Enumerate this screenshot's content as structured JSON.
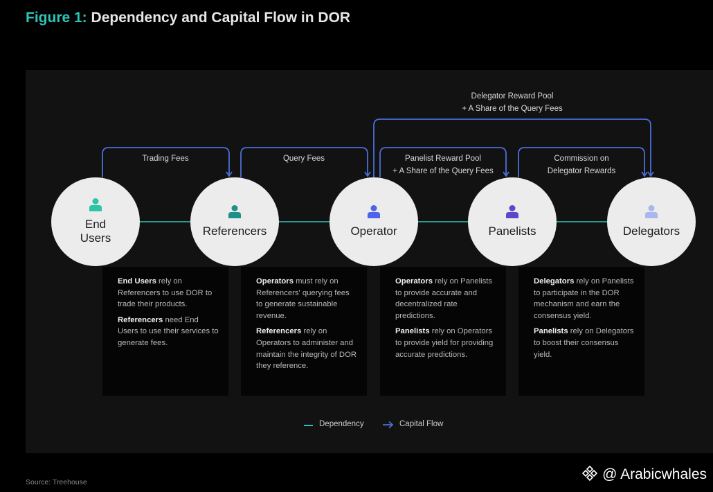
{
  "figure": {
    "title_prefix": "Figure 1:",
    "title_rest": " Dependency and Capital Flow in DOR"
  },
  "flows": {
    "trading_fees": "Trading Fees",
    "query_fees": "Query Fees",
    "panelist_pool_line1": "Panelist Reward Pool",
    "panelist_pool_line2": "+ A Share of the Query Fees",
    "commission_line1": "Commission on",
    "commission_line2": "Delegator Rewards",
    "delegator_pool_line1": "Delegator Reward Pool",
    "delegator_pool_line2": "+ A Share of the Query Fees"
  },
  "nodes": [
    {
      "line1": "End",
      "line2": "Users",
      "icon_color": "#2ec4a6"
    },
    {
      "label": "Referencers",
      "icon_color": "#1f8f8a"
    },
    {
      "label": "Operator",
      "icon_color": "#4d63e8"
    },
    {
      "label": "Panelists",
      "icon_color": "#5a48c8"
    },
    {
      "label": "Delegators",
      "icon_color": "#a9b8ec"
    }
  ],
  "descriptions": {
    "end_users": {
      "b1": "End Users",
      "t1": " rely on Referencers to use DOR to trade their products.",
      "b2": "Referencers",
      "t2": " need End Users to use their services to generate fees."
    },
    "referencers": {
      "b1": "Operators",
      "t1": " must rely on Referencers' querying fees to generate sustainable revenue.",
      "b2": "Referencers",
      "t2": " rely on Operators to administer and maintain the integrity of DOR they reference."
    },
    "operator": {
      "b1": "Operators",
      "t1": " rely on Panelists to provide accurate and decentralized rate predictions.",
      "b2": "Panelists",
      "t2": " rely on Operators to provide yield for providing accurate predictions."
    },
    "panelists": {
      "b1": "Delegators",
      "t1": " rely on Panelists to participate in the DOR mechanism and earn the consensus yield.",
      "b2": "Panelists",
      "t2": " rely on Delegators to boost their consensus yield."
    }
  },
  "legend": {
    "dependency": "Dependency",
    "capital_flow": "Capital Flow",
    "dependency_color": "#2ec4b6",
    "capital_flow_color": "#4a6fd8"
  },
  "source": "Source: Treehouse",
  "watermark": "@ Arabicwhales",
  "icons": [
    "person-icon",
    "binance-logo-icon",
    "arrow-right-icon"
  ]
}
